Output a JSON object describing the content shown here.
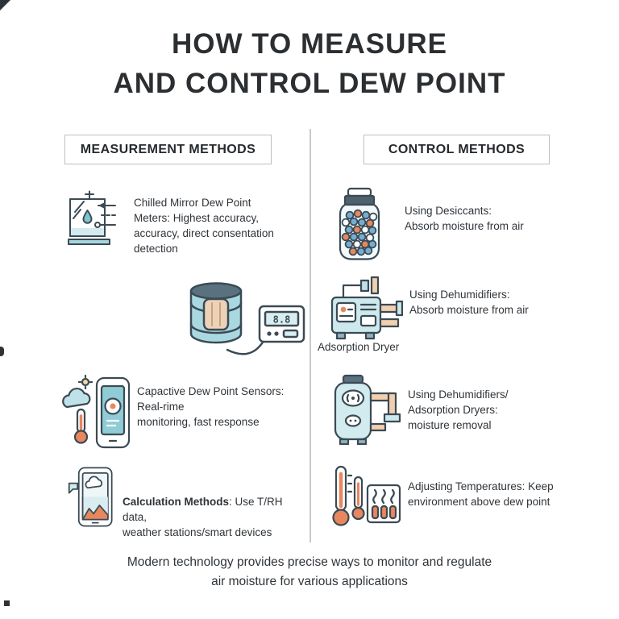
{
  "title": {
    "line1": "HOW TO MEASURE",
    "line2": "AND CONTROL DEW POINT"
  },
  "columns": {
    "left": {
      "header": "MEASUREMENT METHODS",
      "items": [
        {
          "icon": "chilled-mirror-icon",
          "text": "Chilled Mirror Dew Point\nMeters: Highest accuracy,\naccuracy, direct consentation\ndetection"
        },
        {
          "icon": "dew-point-meter-icon"
        },
        {
          "icon": "capacitive-sensor-phone-icon",
          "text": "Capactive Dew Point Sensors:\nReal-rime\nmonitoring, fast response"
        },
        {
          "icon": "calculation-phone-icon",
          "bold": "Calculation Methods",
          "text": ": Use T/RH data,\nweather stations/smart devices"
        }
      ]
    },
    "right": {
      "header": "CONTROL METHODS",
      "items": [
        {
          "icon": "desiccant-jar-icon",
          "text": "Using Desiccants:\nAbsorb moisture from air"
        },
        {
          "icon": "dehumidifier-icon",
          "text": "Using Dehumidifiers:\nAbsorb moisture from air",
          "caption": "Adsorption Dryer"
        },
        {
          "icon": "adsorption-dryer-icon",
          "text": "Using Dehumidifiers/\nAdsorption Dryers:\nmoisture removal"
        },
        {
          "icon": "temperature-control-icon",
          "text": "Adjusting Temperatures: Keep\nenvironment above dew point"
        }
      ]
    }
  },
  "footer": "Modern technology provides precise ways to monitor and regulate\nair moisture for various applications",
  "meter_display": "8.8",
  "colors": {
    "outline": "#3b4a54",
    "teal": "#8fccd6",
    "light_blue": "#cde9ed",
    "orange": "#e8875e",
    "header_border": "#bcbfc1",
    "text": "#2f3439"
  }
}
